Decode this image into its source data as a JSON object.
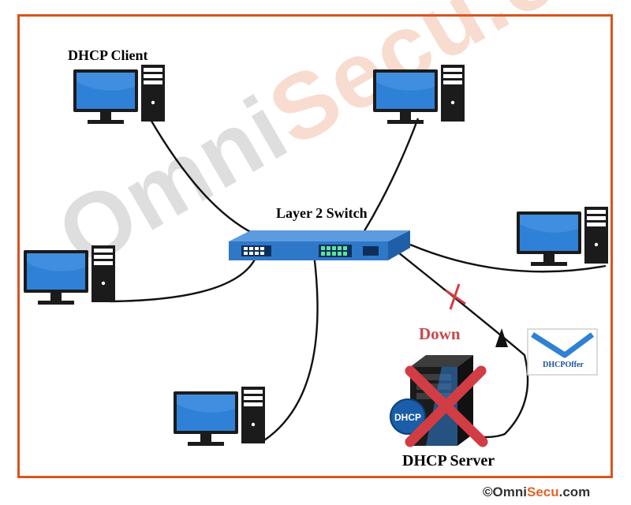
{
  "watermark": {
    "part1": "Omni",
    "part2": "Secu",
    "part3": ".com"
  },
  "labels": {
    "client": "DHCP Client",
    "switch": "Layer 2 Switch",
    "down": "Down",
    "server": "DHCP Server"
  },
  "envelope_text": "DHCPOffer",
  "server_badge": "DHCP",
  "copyright": {
    "symbol": "©",
    "part1": "Omni",
    "part2": "Secu",
    "part3": ".com"
  },
  "colors": {
    "frame": "#d9541e",
    "monitor": "#2f80d7",
    "switch": "#2f78c8",
    "down_text": "#c8474a",
    "cross": "#d23c44"
  }
}
